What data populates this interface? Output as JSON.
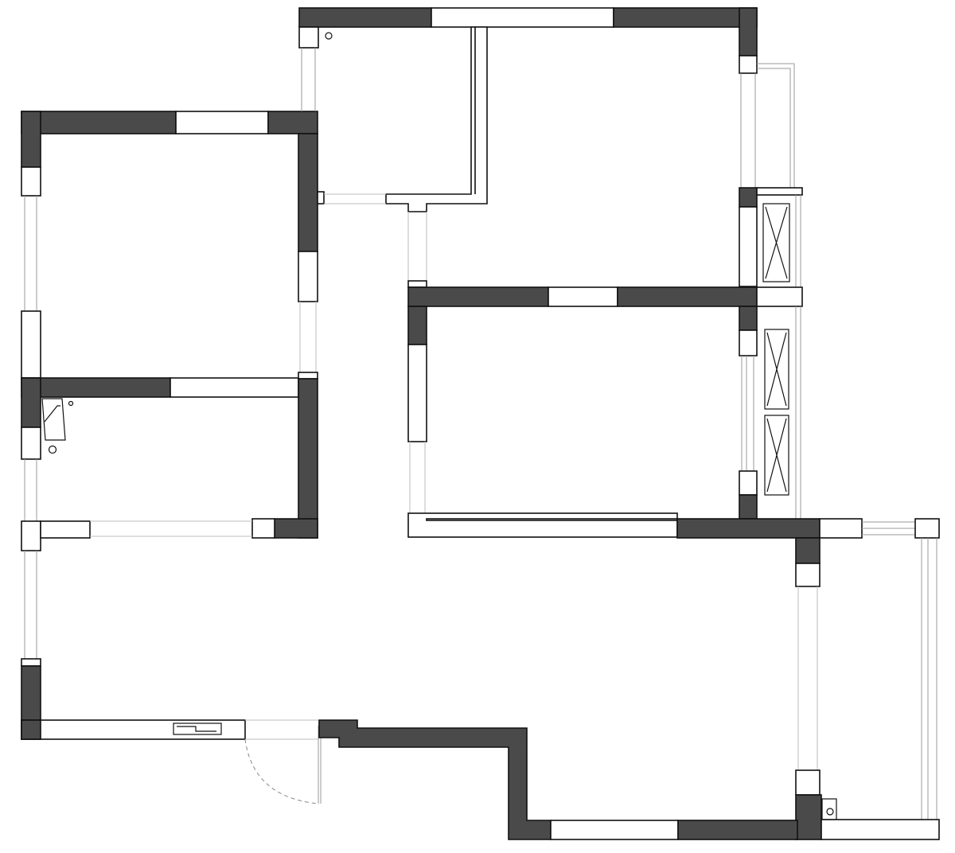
{
  "floor_plan": {
    "rooms": [
      {
        "id": "bedroom-left-top"
      },
      {
        "id": "bathroom-left"
      },
      {
        "id": "kitchen-top"
      },
      {
        "id": "bedroom-right-top"
      },
      {
        "id": "bedroom-right-middle"
      },
      {
        "id": "living-dining"
      },
      {
        "id": "balcony-right"
      }
    ],
    "wall_color": "#4a4a4a",
    "line_color": "#111111",
    "window_line_color": "#9a9a9a"
  }
}
